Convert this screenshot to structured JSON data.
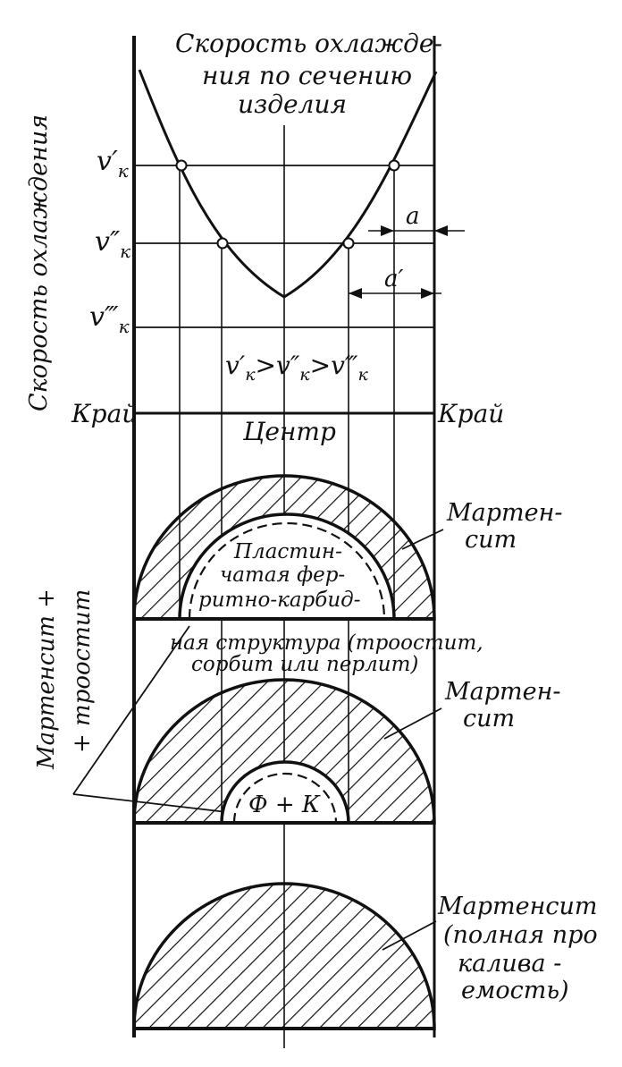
{
  "curve": {
    "title_line1": "Скорость охлажде-",
    "title_line2": "ния по сечению",
    "title_line3": "изделия"
  },
  "axis": {
    "ylabel": "Скорость охлаждения",
    "left_edge": "Край",
    "right_edge": "Край",
    "center": "Центр"
  },
  "levels": {
    "v1": "v′",
    "v2": "v″",
    "v3": "v‴",
    "sub": "к",
    "relation_a": "v′",
    "relation_b": ">v″",
    "relation_c": ">v‴"
  },
  "markers": {
    "a": "a",
    "a_prime": "a′"
  },
  "section1": {
    "martensite_line1": "Мартен-",
    "martensite_line2": "сит",
    "core_line1": "Пластин-",
    "core_line2": "чатая фер-",
    "core_line3": "ритно-карбид-",
    "note_line1": "ная структура (троостит,",
    "note_line2": "сорбит  или  перлит)"
  },
  "side_label": {
    "line1": "Мартенсит +",
    "line2": "+ троостит"
  },
  "section2": {
    "martensite_line1": "Мартен-",
    "martensite_line2": "сит",
    "core": "Ф + К"
  },
  "section3": {
    "line1": "Мартенсит",
    "line2": "(полная про",
    "line3": "калива -",
    "line4": "емость)"
  }
}
